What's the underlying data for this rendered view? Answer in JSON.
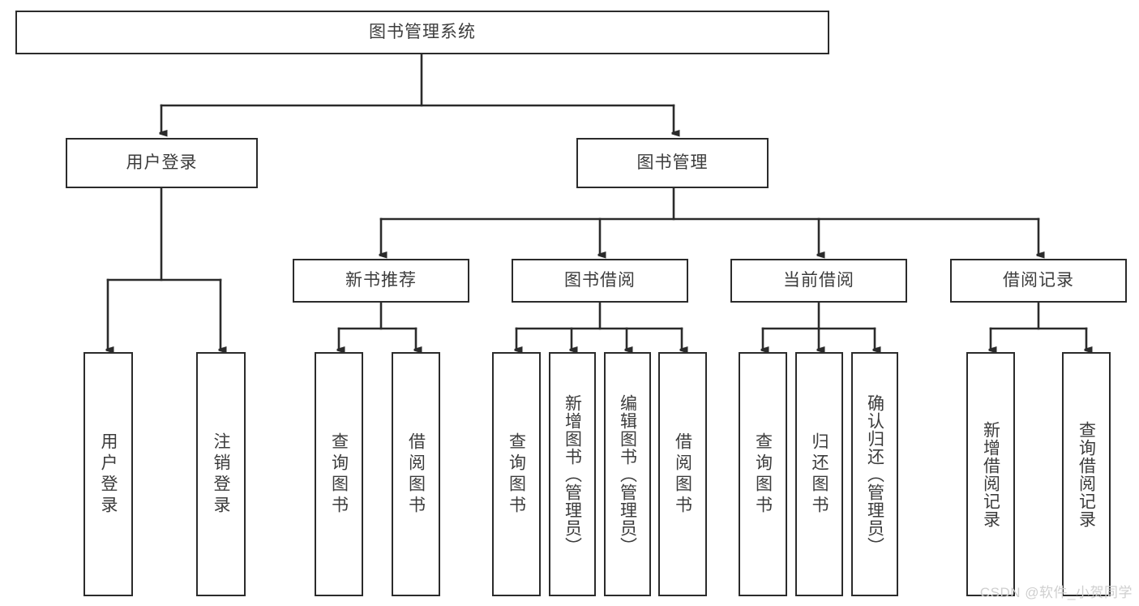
{
  "diagram": {
    "type": "tree",
    "title": "图书管理系统",
    "root": {
      "label": "图书管理系统"
    },
    "level2": [
      {
        "label": "用户登录"
      },
      {
        "label": "图书管理"
      }
    ],
    "level3": [
      {
        "label": "新书推荐"
      },
      {
        "label": "图书借阅"
      },
      {
        "label": "当前借阅"
      },
      {
        "label": "借阅记录"
      }
    ],
    "leaves": {
      "user_login": [
        {
          "label": "用户登录"
        },
        {
          "label": "注销登录"
        }
      ],
      "new_book": [
        {
          "label": "查询图书"
        },
        {
          "label": "借阅图书"
        }
      ],
      "book_borrow": [
        {
          "label": "查询图书"
        },
        {
          "label": "新增图书（管理员）"
        },
        {
          "label": "编辑图书（管理员）"
        },
        {
          "label": "借阅图书"
        }
      ],
      "current_borrow": [
        {
          "label": "查询图书"
        },
        {
          "label": "归还图书"
        },
        {
          "label": "确认归还（管理员）"
        }
      ],
      "borrow_record": [
        {
          "label": "新增借阅记录"
        },
        {
          "label": "查询借阅记录"
        }
      ]
    }
  },
  "watermark": {
    "text": "CSDN @软件_小贺同学"
  },
  "colors": {
    "stroke": "#2b2b2b",
    "text": "#3c3c3c",
    "background": "#ffffff",
    "watermark": "#cfcfcf"
  }
}
